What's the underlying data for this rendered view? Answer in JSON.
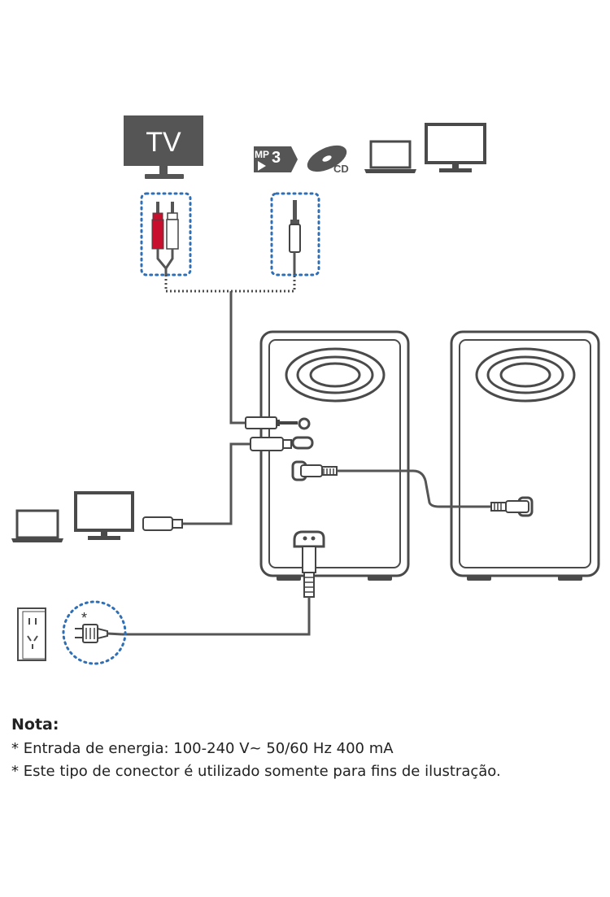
{
  "labels": {
    "tv": "TV",
    "mp3_top": "MP",
    "mp3_num": "3",
    "cd": "CD",
    "asterisk": "*"
  },
  "icons": {
    "tv": "tv-icon",
    "mp3": "mp3-player-icon",
    "cd": "cd-icon",
    "laptop": "laptop-icon",
    "monitor": "monitor-icon",
    "outlet": "wall-outlet-icon",
    "plug": "power-plug-icon"
  },
  "colors": {
    "line": "#4a4a4a",
    "cable": "#555555",
    "dotted_highlight": "#2f6fb5",
    "rca_red": "#c8102e",
    "tv_fill": "#555555"
  },
  "notes": {
    "title": "Nota:",
    "lines": [
      "* Entrada de energia: 100-240 V~ 50/60 Hz 400 mA",
      "* Este tipo de conector é utilizado somente para fins de ilustração."
    ]
  }
}
